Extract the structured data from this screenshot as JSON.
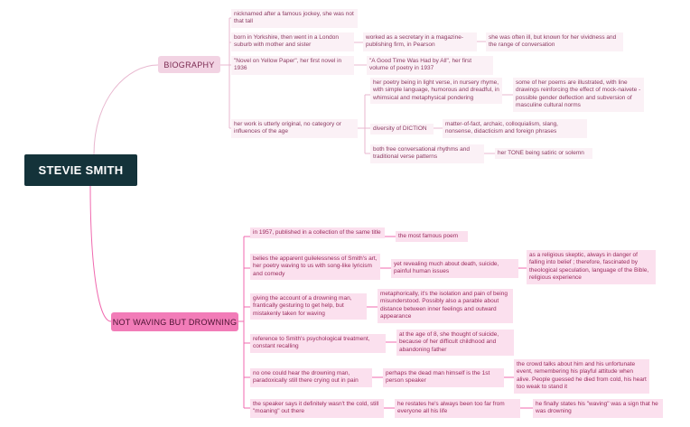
{
  "central": "STEVIE SMITH",
  "colors": {
    "central_bg": "#14333a",
    "upper_line": "#e8b7cf",
    "lower_line": "#f06aaf",
    "lower_branch": "#f27cb8"
  },
  "biography": {
    "label": "BIOGRAPHY",
    "nickname": "nicknamed after a famous jockey, she was not that tall",
    "yorkshire": "born in Yorkshire, then went in a London suburb with mother and sister",
    "secretary": "worked as a secretary in a magazine-publishing firm, in Pearson",
    "ill": "she was often ill, but known for her vividness and the range of conversation",
    "novel": "\"Novel on Yellow Paper\", her first novel in 1936",
    "good_time": "\"A Good Time Was Had by All\", her first volume of poetry in 1937",
    "original": "her work is utterly original, no category or influences of the age",
    "light_verse": "her poetry being in light verse, in nursery rhyme, with simple language, humorous and dreadful, in whimsical and metaphysical pondering",
    "illustrated": "some of her poems are illustrated, with line drawings reinforcing the effect of mock-naivete - possible gender deflection and subversion of masculine cultural norms",
    "diction": "diversity of DICTION",
    "matter": "matter-of-fact, archaic, colloquialism, slang, nonsense, didacticism and foreign phrases",
    "rhythms": "both free conversational rhythms and traditional verse patterns",
    "tone": "her TONE being satiric or solemn"
  },
  "nwbd": {
    "label": "NOT WAVING BUT DROWNING",
    "published": "in 1957, published in a collection of the same title",
    "famous": "the most famous poem",
    "belies": "belies the apparent guilelessness of Smith's art, her poetry waving to us with song-like lyricism and comedy",
    "revealing": "yet revealing much about death, suicide, painful human issues",
    "skeptic": "as a religious skeptic, always in danger of falling into belief ; therefore, fascinated by theological speculation, language of the Bible, religious experience",
    "account": "giving the account of a drowning man, frantically gesturing to get help, but mistakenly taken for waving",
    "metaphor": "metaphorically, it's the isolation and pain of being misunderstood. Possibly also a parable about distance between inner feelings and outward appearance",
    "reference": "reference to Smith's psychological treatment, constant recalling",
    "age8": "at the age of 8, she thought of suicide, because of her difficult childhood and abandoning father",
    "noone": "no one could hear the drowning man, paradoxically still there crying out in pain",
    "perhaps": "perhaps the dead man himself is the 1st person speaker",
    "crowd": "the crowd talks about him and his unfortunate event, remembering his playful attitude when alive. People guessed he died from cold, his heart too weak to stand it",
    "speaker": "the speaker says it definitely wasn't the cold, still \"moaning\" out there",
    "restates": "he restates he's always been too far from everyone all his life",
    "waving": "he finally states his \"waving\" was a sign that he was drowning"
  }
}
